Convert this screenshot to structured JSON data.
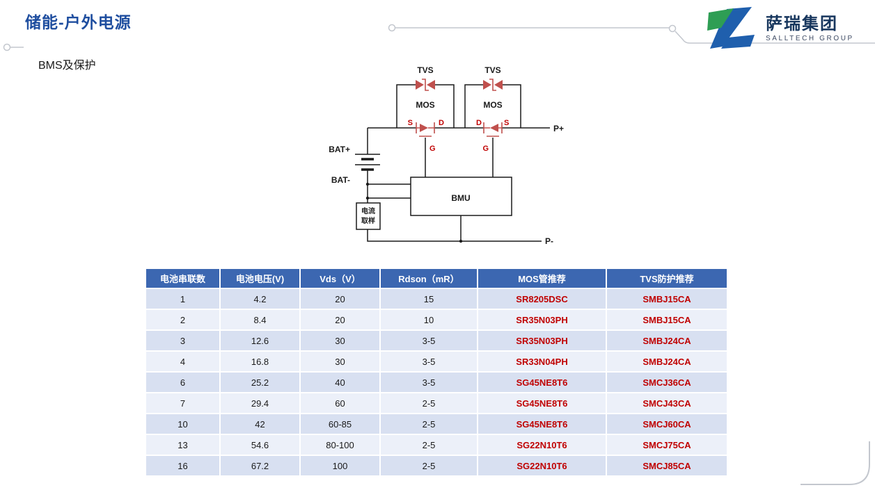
{
  "colors": {
    "accent": "#1F4E9F",
    "navy": "#17365D",
    "logo-green": "#2E9E54",
    "logo-blue": "#1F5FAD",
    "table-header": "#3C67B1",
    "row-odd": "#D8E0F1",
    "row-even": "#ECF0F9",
    "red": "#C00000",
    "circuit-red": "#C0504D",
    "decor": "#C3C7CE"
  },
  "header": {
    "title": "储能-户外电源",
    "subtitle": "BMS及保护",
    "logo": {
      "name": "萨瑞集团",
      "subtext": "SALLTECH GROUP"
    }
  },
  "circuit": {
    "tvs_label": "TVS",
    "mos_label": "MOS",
    "source_label": "S",
    "drain_label": "D",
    "gate_label": "G",
    "bat_plus": "BAT+",
    "bat_minus": "BAT-",
    "bmu": "BMU",
    "current_sense_line1": "电流",
    "current_sense_line2": "取样",
    "p_plus": "P+",
    "p_minus": "P-"
  },
  "table": {
    "columns": [
      "电池串联数",
      "电池电压(V)",
      "Vds（V）",
      "Rdson（mR）",
      "MOS管推荐",
      "TVS防护推荐"
    ],
    "rows": [
      [
        "1",
        "4.2",
        "20",
        "15",
        "SR8205DSC",
        "SMBJ15CA"
      ],
      [
        "2",
        "8.4",
        "20",
        "10",
        "SR35N03PH",
        "SMBJ15CA"
      ],
      [
        "3",
        "12.6",
        "30",
        "3-5",
        "SR35N03PH",
        "SMBJ24CA"
      ],
      [
        "4",
        "16.8",
        "30",
        "3-5",
        "SR33N04PH",
        "SMBJ24CA"
      ],
      [
        "6",
        "25.2",
        "40",
        "3-5",
        "SG45NE8T6",
        "SMCJ36CA"
      ],
      [
        "7",
        "29.4",
        "60",
        "2-5",
        "SG45NE8T6",
        "SMCJ43CA"
      ],
      [
        "10",
        "42",
        "60-85",
        "2-5",
        "SG45NE8T6",
        "SMCJ60CA"
      ],
      [
        "13",
        "54.6",
        "80-100",
        "2-5",
        "SG22N10T6",
        "SMCJ75CA"
      ],
      [
        "16",
        "67.2",
        "100",
        "2-5",
        "SG22N10T6",
        "SMCJ85CA"
      ]
    ]
  }
}
